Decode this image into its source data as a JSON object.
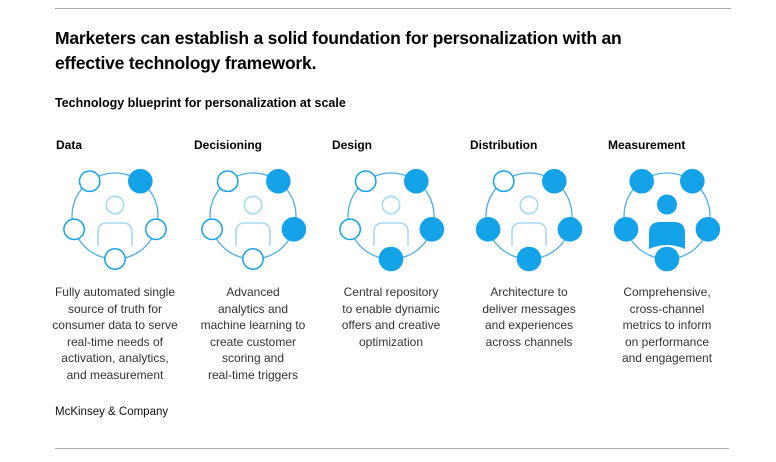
{
  "title": "Marketers can establish a solid foundation for personalization with an\neffective technology framework.",
  "subtitle": "Technology blueprint for personalization at scale",
  "footer": "McKinsey & Company",
  "colors": {
    "accent": "#14A3E8",
    "ring": "#4AAFE8",
    "person_outline": "#A6D9F6",
    "rule": "#A9A9A9"
  },
  "columns": [
    {
      "header": "Data",
      "icon": "person-in-circle-network",
      "filled": [
        "tr"
      ],
      "person_filled": false,
      "description": "Fully automated single\nsource of truth for\nconsumer data to serve\nreal-time needs of\nactivation, analytics,\nand measurement"
    },
    {
      "header": "Decisioning",
      "icon": "person-in-circle-network",
      "filled": [
        "tr",
        "r"
      ],
      "person_filled": false,
      "description": "Advanced\nanalytics and\nmachine learning to\ncreate customer\nscoring and\nreal-time triggers"
    },
    {
      "header": "Design",
      "icon": "person-in-circle-network",
      "filled": [
        "tr",
        "r",
        "b"
      ],
      "person_filled": false,
      "description": "Central repository\nto enable dynamic\noffers and creative\noptimization"
    },
    {
      "header": "Distribution",
      "icon": "person-in-circle-network",
      "filled": [
        "tr",
        "r",
        "b",
        "l"
      ],
      "person_filled": false,
      "description": "Architecture to\ndeliver messages\nand experiences\nacross channels"
    },
    {
      "header": "Measurement",
      "icon": "person-in-circle-network",
      "filled": [
        "tr",
        "r",
        "b",
        "l",
        "tl"
      ],
      "person_filled": true,
      "description": "Comprehensive,\ncross-channel\nmetrics to inform\non performance\nand engagement"
    }
  ]
}
